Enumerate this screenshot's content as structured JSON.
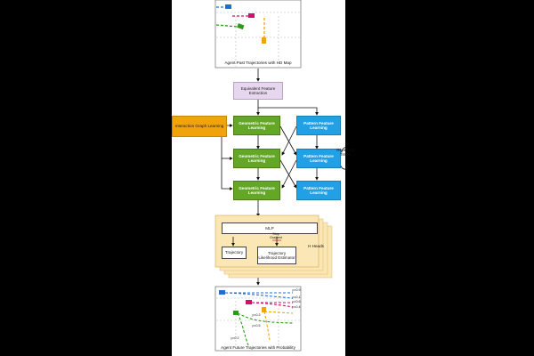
{
  "diagram": {
    "top_map_caption": "Agent Past Trajectories with HD Map",
    "feature_extraction": "Equivalent Feature Extraction",
    "interaction": "Interaction Graph Learning",
    "geometric": [
      "Geometric Feature Learning",
      "Geometric Feature Learning",
      "Geometric Feature Learning"
    ],
    "pattern": [
      "Pattern Feature Learning",
      "Pattern Feature Learning",
      "Pattern Feature Learning"
    ],
    "repeat": "Repeat Ω Times",
    "mlp": "MLP",
    "stop_gradient": "Stop Gradient",
    "trajectory": "Trajectory",
    "likelihood": "Trajectory Likelihood Estimator",
    "heads": "H Heads",
    "bottom_map_caption": "Agent Future Trajectories with Probability",
    "probabilities": [
      "p=0.9",
      "p=0.1",
      "p=0.6",
      "p=0.4",
      "p=0.3",
      "p=0.5",
      "p=0.2"
    ]
  },
  "colors": {
    "geometric": "#64a626",
    "pattern": "#21a0e6",
    "interaction": "#f0a30a",
    "extraction": "#e6d6ee",
    "heads": "#fbe7b6"
  }
}
